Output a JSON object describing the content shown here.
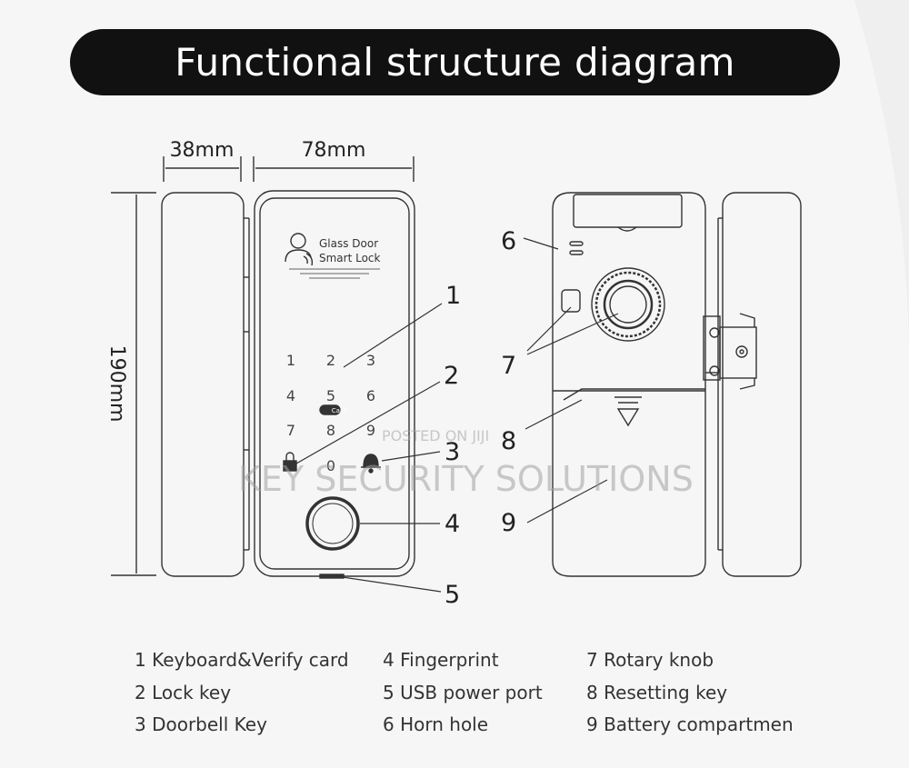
{
  "title": "Functional structure diagram",
  "dimensions": {
    "width_side": "38mm",
    "width_front": "78mm",
    "height": "190mm"
  },
  "front_panel": {
    "brand_line1": "Glass Door",
    "brand_line2": "Smart Lock",
    "keys": [
      "1",
      "2",
      "3",
      "4",
      "5",
      "6",
      "7",
      "8",
      "9",
      "0"
    ],
    "card_badge": "Card"
  },
  "callouts": [
    "1",
    "2",
    "3",
    "4",
    "5",
    "6",
    "7",
    "8",
    "9"
  ],
  "legend": [
    [
      "1 Keyboard&Verify card",
      "2 Lock key",
      "3 Doorbell Key"
    ],
    [
      "4 Fingerprint",
      "5 USB power port",
      "6 Horn hole"
    ],
    [
      "7 Rotary knob",
      "8 Resetting key",
      "9 Battery compartmen"
    ]
  ],
  "watermark": {
    "line1": "POSTED ON JIJI",
    "line2": "KEY SECURITY SOLUTIONS"
  },
  "colors": {
    "banner": "#111111",
    "line": "#333333",
    "background": "#f6f6f6"
  }
}
